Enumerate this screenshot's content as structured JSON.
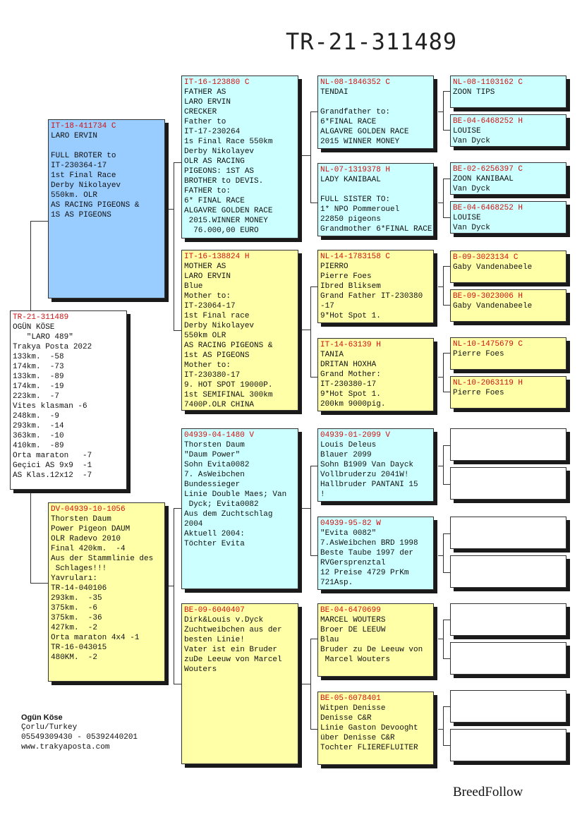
{
  "title": "TR-21-311489",
  "pigeons": {
    "subject": {
      "id": "TR-21-311489",
      "text": "OGÜN KÖSE\n   \"LARO 489\"\nTrakya Posta 2022\n133km.  -58\n174km.  -73\n133km.  -89\n174km.  -19\n223km.  -7\nVites klasman -6\n248km.  -9\n293km.  -14\n363km.  -10\n410km.  -89\nOrta maraton   -7\nGeçici AS 9x9  -1\nAS Klas.12x12  -7"
    },
    "sire": {
      "id": "IT-18-411734 C",
      "text": "LARO ERVIN\n\nFULL BROTER to\nIT-230364-17\n1st Final Race\nDerby Nikolayev\n550km. OLR\nAS RACING PIGEONS &\n1S AS PIGEONS"
    },
    "dam": {
      "id": "DV-04939-10-1056",
      "text": "Thorsten Daum\nPower Pigeon DAUM\nOLR Radevo 2010\nFinal 420km.  -4\nAus der Stammlinie des\n Schlages!!!\nYavruları:\nTR-14-040106\n293km.  -35\n375km.  -6\n375km.  -36\n427km.  -2\nOrta maraton 4x4 -1\nTR-16-043015\n480KM.  -2"
    },
    "ss": {
      "id": "IT-16-123880 C",
      "text": "FATHER AS\nLARO ERVIN\nCRECKER\nFather to\nIT-17-230264\n1s Final Race 550km\nDerby Nikolayev\nOLR AS RACING\nPIGEONS: 1ST AS\nBROTHER to DEVIS.\nFATHER to:\n6* FINAL RACE\nALGAVRE GOLDEN RACE\n 2015.WINNER MONEY\n  76.000,00 EURO"
    },
    "sd": {
      "id": "IT-16-138824 H",
      "text": "MOTHER AS\nLARO ERVIN\nBlue\nMother to:\nIT-23064-17\n1st Final race\nDerby Nikolayev\n550km OLR\nAS RACING PIGEONS &\n1st AS PIGEONS\nMother to:\nIT-230380-17\n9. HOT SPOT 19000P.\n1st SEMIFINAL 300km\n7400P.OLR CHINA"
    },
    "ds": {
      "id": "04939-04-1480 V",
      "text": "Thorsten Daum\n\"Daum Power\"\nSohn Evita0082\n7. AsWeibchen\nBundessieger\nLinie Double Maes; Van\n Dyck; Evita0082\nAus dem Zuchtschlag\n2004\nAktuell 2004:\nTöchter Evita"
    },
    "dd": {
      "id": "BE-09-6040407",
      "text": "Dirk&Louis v.Dyck\nZuchtweibchen aus der\nbesten Linie!\nVater ist ein Bruder\nzuDe Leeuw von Marcel\nWouters"
    },
    "sss": {
      "id": "NL-08-1846352 C",
      "text": "TENDAI\n\nGrandfather to:\n6*FINAL RACE\nALGAVRE GOLDEN RACE\n2015 WINNER MONEY"
    },
    "ssd": {
      "id": "NL-07-1319378 H",
      "text": "LADY KANIBAAL\n\nFULL SISTER TO:\n1* NPO Pommerouel\n22850 pigeons\nGrandmother 6*FINAL RACE"
    },
    "sds": {
      "id": "NL-14-1783158 C",
      "text": "PIERRO\nPierre Foes\nIbred Bliksem\nGrand Father IT-230380\n-17\n9*Hot Spot 1."
    },
    "sdd": {
      "id": "IT-14-63139 H",
      "text": "TANIA\nDRITAN HOXHA\nGrand Mother:\nIT-230380-17\n9*Hot Spot 1.\n200km 9000pig."
    },
    "dss": {
      "id": "04939-01-2099 V",
      "text": "Louis Deleus\nBlauer 2099\nSohn B1909 Van Dayck\nVollbruderzu 2041W!\nHallbruder PANTANI 15\n!"
    },
    "dsd": {
      "id": "04939-95-82 W",
      "text": "\"Evita 0082\"\n7.AsWeibchen BRD 1998\nBeste Taube 1997 der\nRVGersprenztal\n12 Preise 4729 PrKm\n721Asp."
    },
    "dds": {
      "id": "BE-04-6470699",
      "text": "MARCEL WOUTERS\nBroer DE LEEUW\nBlau\nBruder zu De Leeuw von\n Marcel Wouters"
    },
    "ddd": {
      "id": "BE-05-6078401",
      "text": "Witpen Denisse\nDenisse C&R\nLinie Gaston Devooght\nüber Denisse C&R\nTochter FLIEREFLUITER"
    },
    "ssss": {
      "id": "NL-08-1103162 C",
      "text": "ZOON TIPS"
    },
    "sssd": {
      "id": "BE-04-6468252 H",
      "text": "LOUISE\nVan Dyck"
    },
    "ssds": {
      "id": "BE-02-6256397 C",
      "text": "ZOON KANIBAAL\nVan Dyck"
    },
    "ssdd": {
      "id": "BE-04-6468252 H",
      "text": "LOUISE\nVan Dyck"
    },
    "sdss": {
      "id": "B-09-3023134 C",
      "text": "Gaby Vandenabeele"
    },
    "sdsd": {
      "id": "BE-09-3023006 H",
      "text": "Gaby Vandenabeele"
    },
    "sdds": {
      "id": "NL-10-1475679 C",
      "text": "Pierre Foes"
    },
    "sddd": {
      "id": "NL-10-2063119 H",
      "text": "Pierre Foes"
    },
    "dsss": {
      "id": "",
      "text": ""
    },
    "dssd": {
      "id": "",
      "text": ""
    },
    "dsds": {
      "id": "",
      "text": ""
    },
    "dsdd": {
      "id": "",
      "text": ""
    },
    "ddss": {
      "id": "",
      "text": ""
    },
    "ddsd": {
      "id": "",
      "text": ""
    },
    "ddds": {
      "id": "",
      "text": ""
    },
    "dddd": {
      "id": "",
      "text": ""
    }
  },
  "owner": {
    "name": "Ogün Köse",
    "location": "Çorlu/Turkey",
    "phones": "05549309430 - 05392440201",
    "website": "www.trakyaposta.com"
  },
  "brand": "BreedFollow"
}
